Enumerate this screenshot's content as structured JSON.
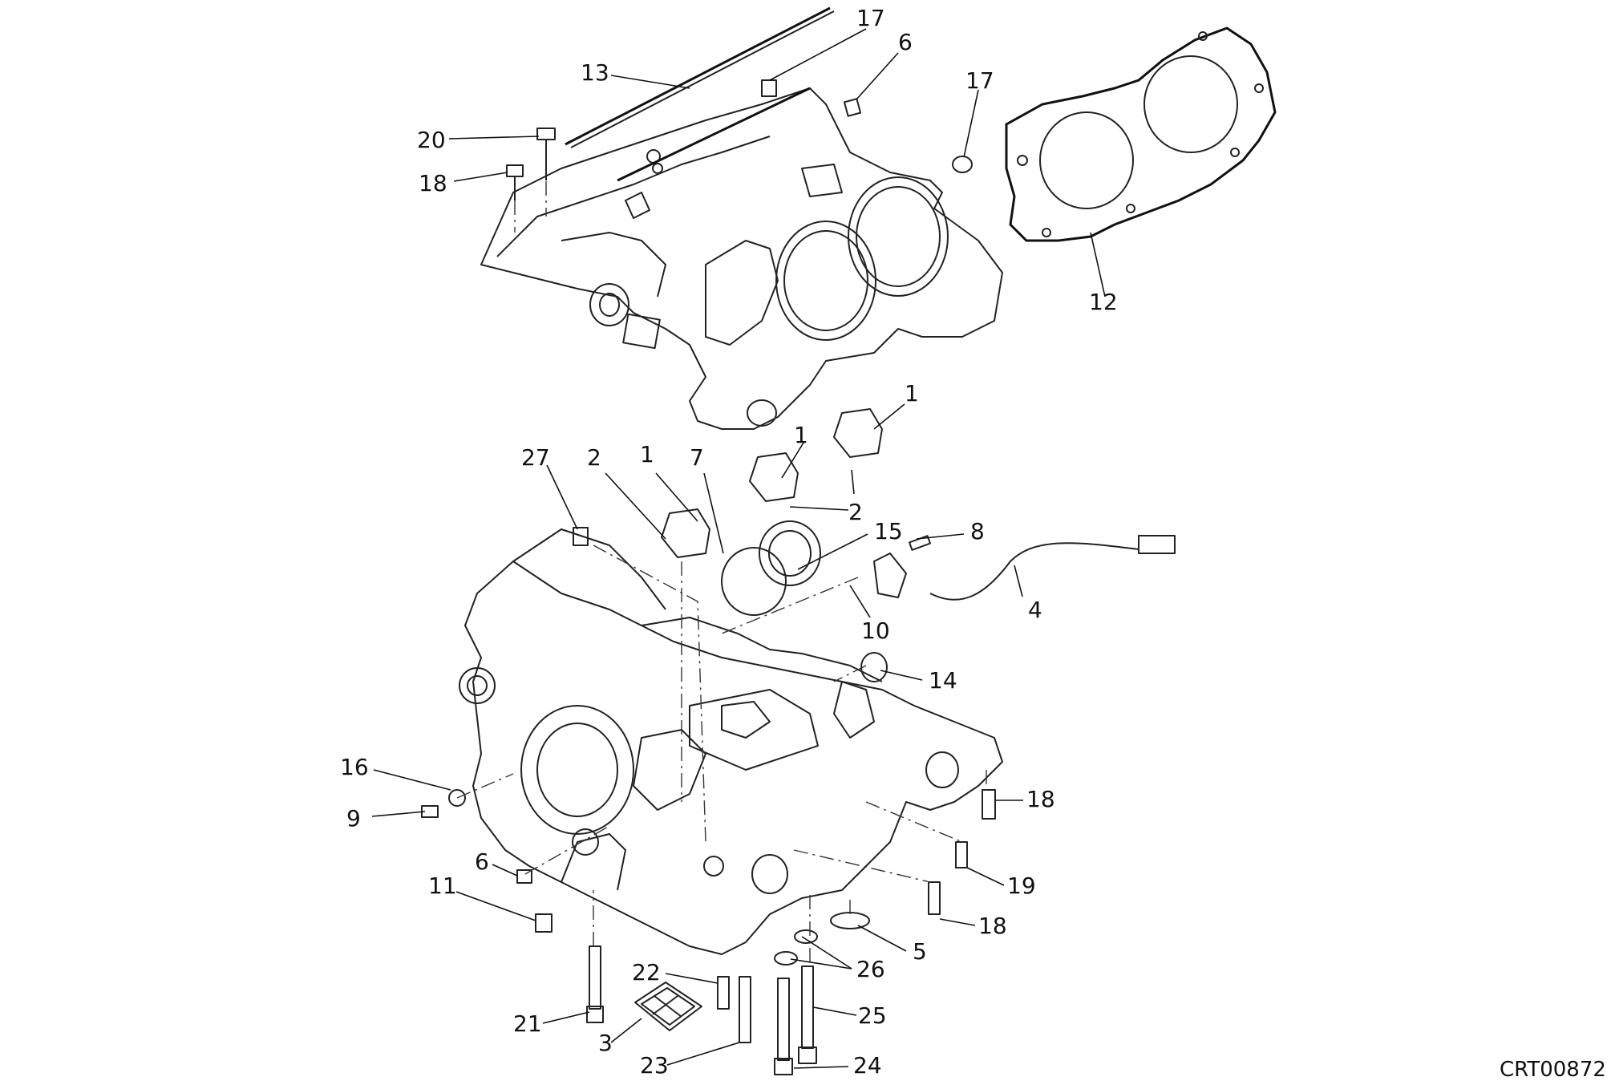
{
  "drawing_code": "CRT00872",
  "callouts": [
    {
      "id": "13a",
      "label": "13"
    },
    {
      "id": "17a",
      "label": "17"
    },
    {
      "id": "6a",
      "label": "6"
    },
    {
      "id": "17b",
      "label": "17"
    },
    {
      "id": "20a",
      "label": "20"
    },
    {
      "id": "18a",
      "label": "18"
    },
    {
      "id": "12a",
      "label": "12"
    },
    {
      "id": "1a",
      "label": "1"
    },
    {
      "id": "1b",
      "label": "1"
    },
    {
      "id": "1c",
      "label": "1"
    },
    {
      "id": "27a",
      "label": "27"
    },
    {
      "id": "2a",
      "label": "2"
    },
    {
      "id": "7a",
      "label": "7"
    },
    {
      "id": "2b",
      "label": "2"
    },
    {
      "id": "15a",
      "label": "15"
    },
    {
      "id": "8a",
      "label": "8"
    },
    {
      "id": "4a",
      "label": "4"
    },
    {
      "id": "10a",
      "label": "10"
    },
    {
      "id": "14a",
      "label": "14"
    },
    {
      "id": "16a",
      "label": "16"
    },
    {
      "id": "9a",
      "label": "9"
    },
    {
      "id": "18b",
      "label": "18"
    },
    {
      "id": "6b",
      "label": "6"
    },
    {
      "id": "19a",
      "label": "19"
    },
    {
      "id": "11a",
      "label": "11"
    },
    {
      "id": "18c",
      "label": "18"
    },
    {
      "id": "5a",
      "label": "5"
    },
    {
      "id": "26a",
      "label": "26"
    },
    {
      "id": "22a",
      "label": "22"
    },
    {
      "id": "21a",
      "label": "21"
    },
    {
      "id": "25a",
      "label": "25"
    },
    {
      "id": "3a",
      "label": "3"
    },
    {
      "id": "23a",
      "label": "23"
    },
    {
      "id": "24a",
      "label": "24"
    }
  ]
}
